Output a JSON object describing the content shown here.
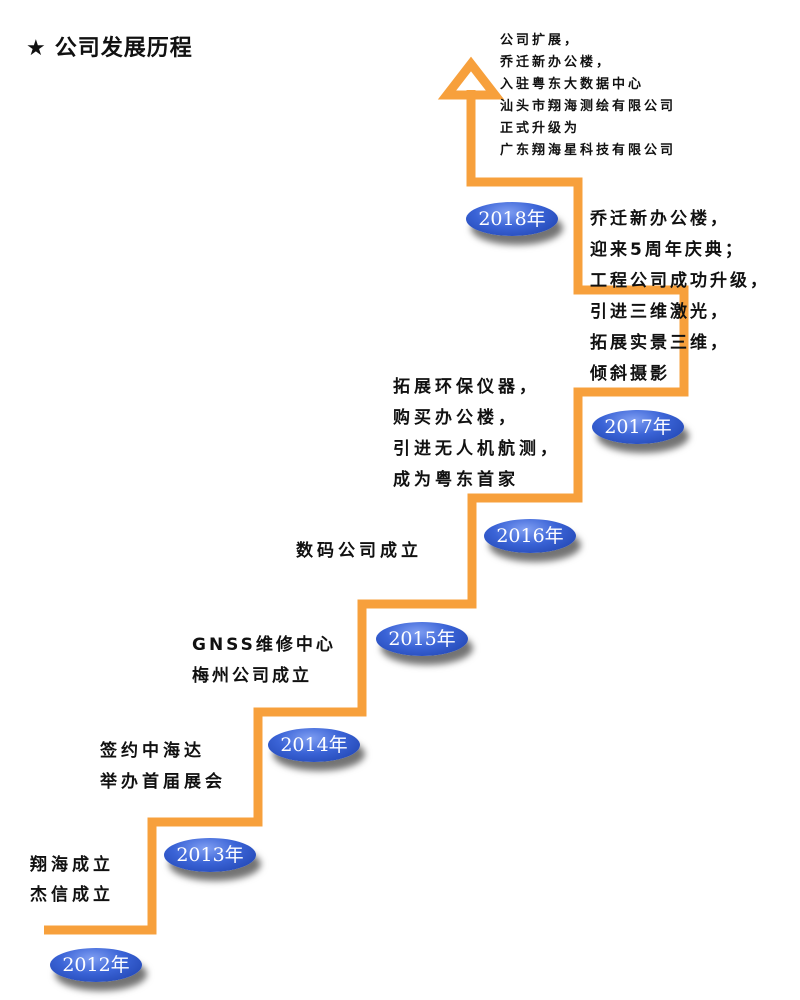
{
  "title": {
    "star": "★",
    "text": "公司发展历程"
  },
  "colors": {
    "stairs": "#F7A03C",
    "badge": "#3A63D6",
    "text": "#111111"
  },
  "milestones": [
    {
      "year": "2012年",
      "lines": [
        "翔海成立",
        "杰信成立"
      ]
    },
    {
      "year": "2013年",
      "lines": [
        "签约中海达",
        "举办首届展会"
      ]
    },
    {
      "year": "2014年",
      "lines": [
        "GNSS维修中心",
        "梅州公司成立"
      ]
    },
    {
      "year": "2015年",
      "lines": [
        "数码公司成立"
      ]
    },
    {
      "year": "2016年",
      "lines": [
        "拓展环保仪器，",
        "购买办公楼，",
        "引进无人机航测，",
        "成为粤东首家"
      ]
    },
    {
      "year": "2017年",
      "lines": [
        "乔迁新办公楼，",
        "迎来5周年庆典；",
        "工程公司成功升级，",
        "引进三维激光，",
        "拓展实景三维，",
        "倾斜摄影"
      ]
    },
    {
      "year": "2018年",
      "lines": [
        "公司扩展，",
        "乔迁新办公楼，",
        "入驻粤东大数据中心",
        "汕头市翔海测绘有限公司",
        "正式升级为",
        "广东翔海星科技有限公司"
      ]
    }
  ]
}
